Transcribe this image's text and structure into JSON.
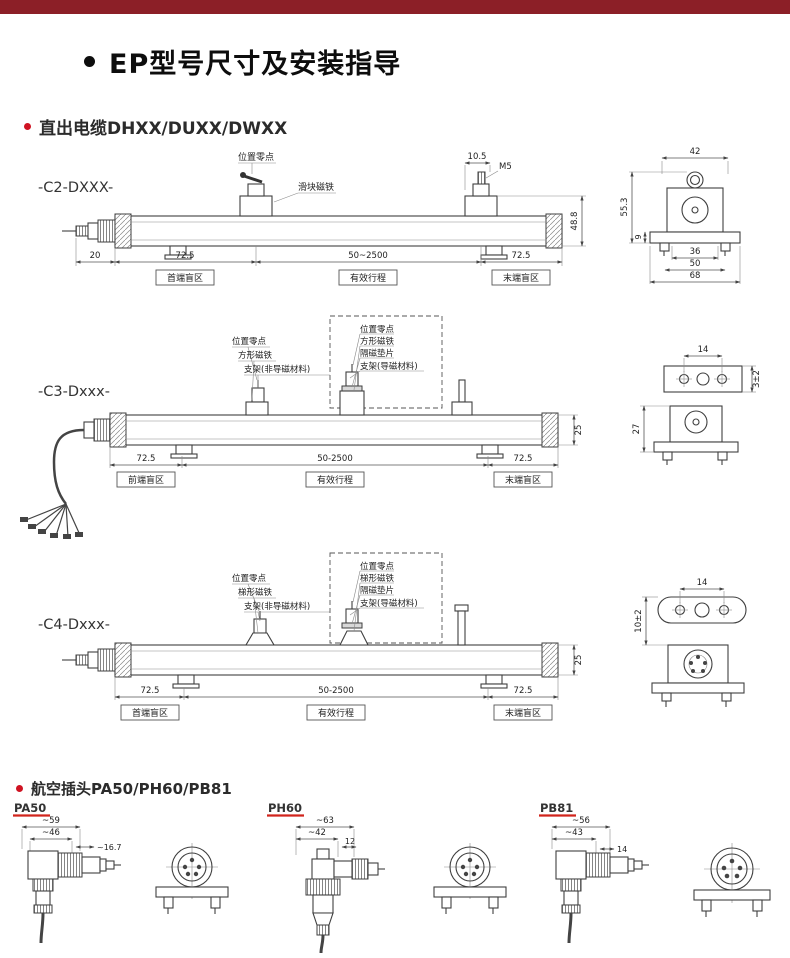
{
  "page": {
    "title": "EP型号尺寸及安装指导",
    "section_cable": "直出电缆DHXX/DUXX/DWXX",
    "section_plug": "航空插头PA50/PH60/PB81"
  },
  "c2": {
    "label": "-C2-DXXX-",
    "zero_label": "位置零点",
    "slider_magnet_label": "滑块磁铁",
    "dims": {
      "screw_pitch": "10.5",
      "thread": "M5",
      "height": "48.8",
      "gland": "20",
      "head": "72.5",
      "stroke": "50~2500",
      "tail": "72.5",
      "width_top": "42",
      "height_total": "55.3",
      "flange_thk": "9",
      "bolt_span": "36",
      "hole_span": "50",
      "base_width": "68"
    },
    "zones": {
      "head": "首端盲区",
      "stroke": "有效行程",
      "tail": "末端盲区"
    }
  },
  "c3": {
    "label": "-C3-Dxxx-",
    "callouts": {
      "zero": "位置零点",
      "magnet": "方形磁铁",
      "bracket_nonmag": "支架(非导磁材料)"
    },
    "box_callouts": {
      "zero": "位置零点",
      "magnet": "方形磁铁",
      "washer": "隔磁垫片",
      "bracket_mag": "支架(导磁材料)"
    },
    "dims": {
      "head": "72.5",
      "stroke": "50-2500",
      "tail": "72.5",
      "rod_dia": "25",
      "hole_span": "14",
      "gap": "3±2",
      "height": "27"
    },
    "zones": {
      "head": "前端盲区",
      "stroke": "有效行程",
      "tail": "末端盲区"
    }
  },
  "c4": {
    "label": "-C4-Dxxx-",
    "callouts": {
      "zero": "位置零点",
      "magnet": "梯形磁铁",
      "bracket_nonmag": "支架(非导磁材料)"
    },
    "box_callouts": {
      "zero": "位置零点",
      "magnet": "梯形磁铁",
      "washer": "隔磁垫片",
      "bracket_mag": "支架(导磁材料)"
    },
    "dims": {
      "head": "72.5",
      "stroke": "50-2500",
      "tail": "72.5",
      "rod_dia": "25",
      "hole_span": "14",
      "gap": "10±2"
    },
    "zones": {
      "head": "首端盲区",
      "stroke": "有效行程",
      "tail": "末端盲区"
    }
  },
  "plugs": {
    "pa50": {
      "label": "PA50",
      "dim_len": "~59",
      "dim_body": "~46",
      "dim_tip": "~16.7"
    },
    "ph60": {
      "label": "PH60",
      "dim_len": "~63",
      "dim_body": "~42",
      "dim_tip": "12"
    },
    "pb81": {
      "label": "PB81",
      "dim_len": "~56",
      "dim_body": "~43",
      "dim_tip": "14"
    }
  }
}
